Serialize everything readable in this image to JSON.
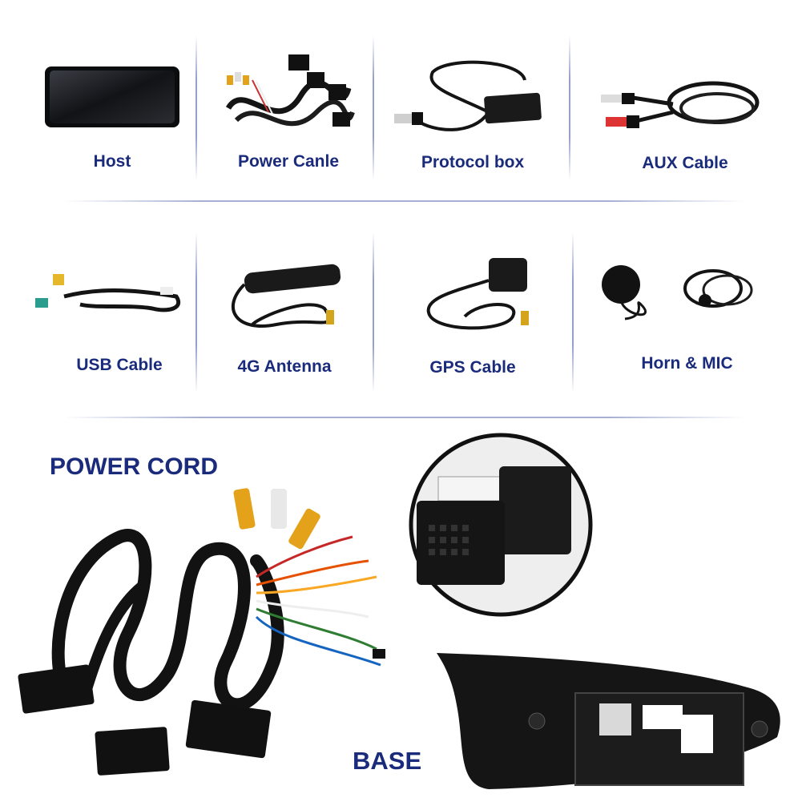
{
  "items": [
    {
      "label": "Host",
      "icon": "host-screen-icon"
    },
    {
      "label": "Power Canle",
      "icon": "power-cable-icon"
    },
    {
      "label": "Protocol box",
      "icon": "protocol-box-icon"
    },
    {
      "label": "AUX Cable",
      "icon": "aux-cable-icon"
    },
    {
      "label": "USB Cable",
      "icon": "usb-cable-icon"
    },
    {
      "label": "4G Antenna",
      "icon": "antenna-icon"
    },
    {
      "label": "GPS Cable",
      "icon": "gps-cable-icon"
    },
    {
      "label": "Horn & MIC",
      "icon": "horn-mic-icon"
    }
  ],
  "sections": {
    "power_cord": "POWER CORD",
    "base": "BASE"
  },
  "colors": {
    "label_text": "#1a2b7c",
    "divider": "#3c50a0",
    "cable": "#141414"
  }
}
